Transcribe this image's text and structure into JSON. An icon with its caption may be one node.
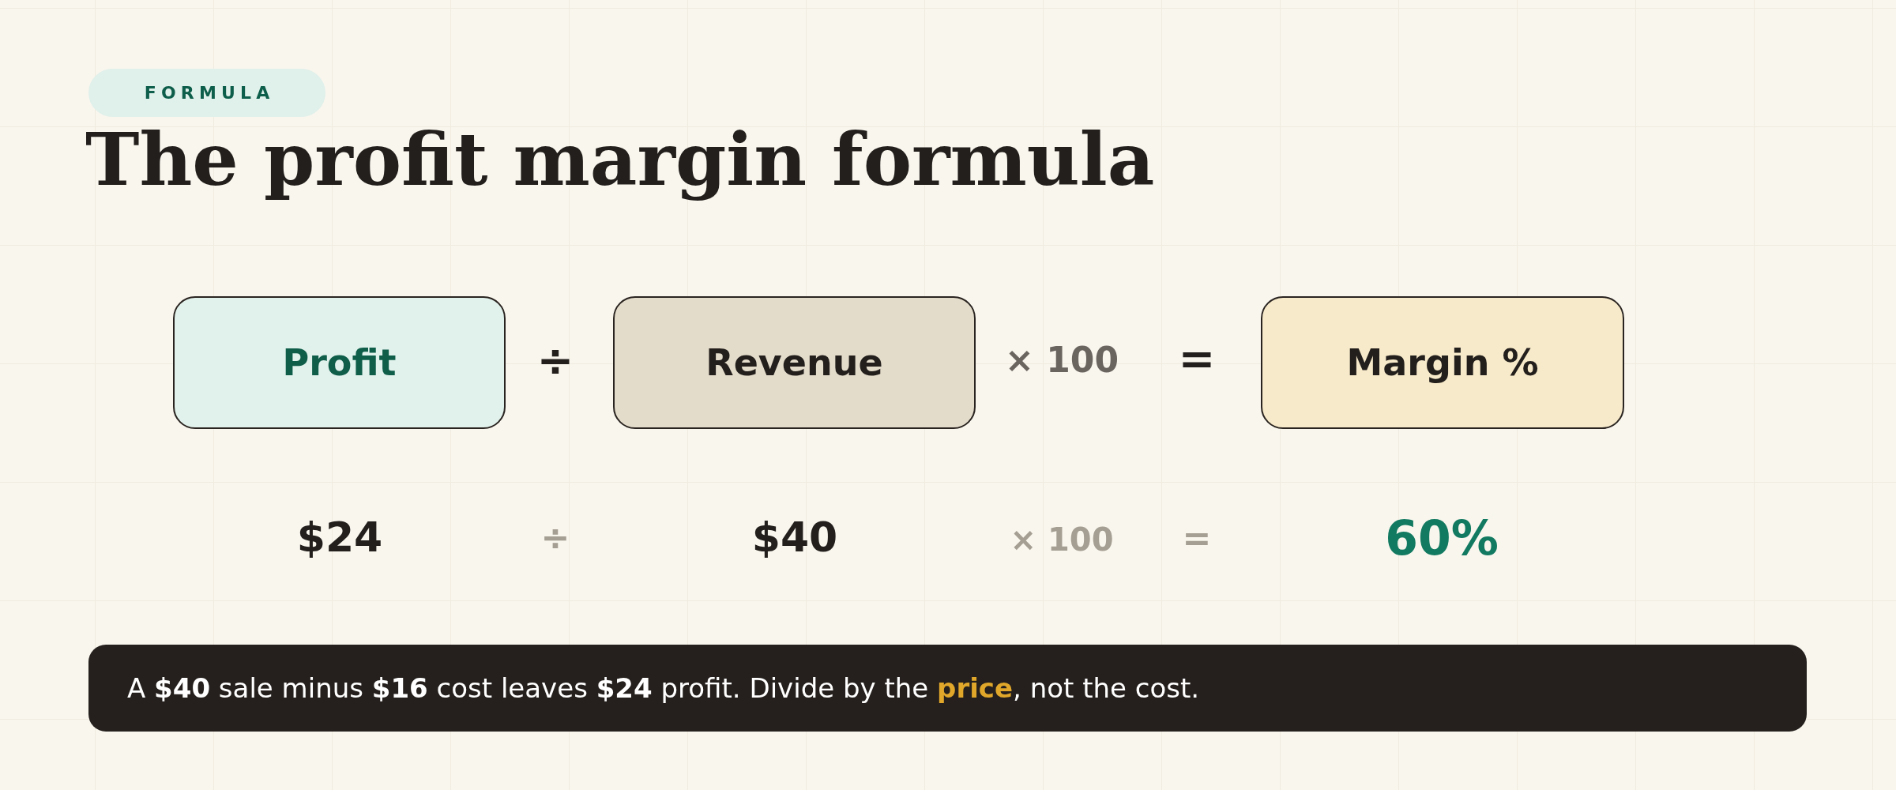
{
  "diagram": {
    "title": "The profit margin formula",
    "nodes": [
      {
        "text": [
          "Profit"
        ],
        "beside": [
          "$24"
        ]
      },
      {
        "text": [
          "Revenue"
        ],
        "beside": [
          "$40"
        ]
      },
      {
        "text": [
          "Margin %"
        ],
        "beside": [
          "60%"
        ]
      }
    ],
    "labels": [
      "FORMULA",
      "÷",
      "× 100",
      "=",
      "÷",
      "× 100",
      "="
    ],
    "caption": "A **$40** sale minus **$16** cost leaves **$24** profit. Divide by the **price**, not the cost."
  }
}
